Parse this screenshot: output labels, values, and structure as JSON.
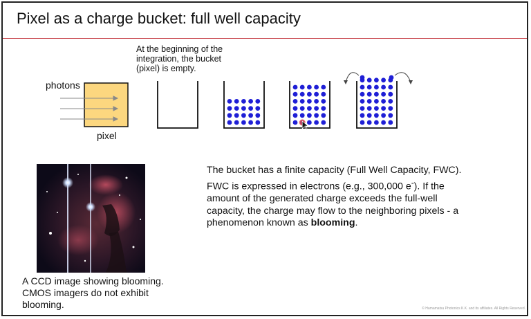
{
  "slide": {
    "title": "Pixel as a charge bucket: full well capacity",
    "caption_top": "At the beginning of the integration, the bucket (pixel) is empty.",
    "photons_label": "photons",
    "pixel_label": "pixel",
    "main_text_part1": "The bucket has a finite capacity (Full Well Capacity, FWC). FWC is expressed in electrons (e.g., 300,000 e",
    "main_text_sup": "-",
    "main_text_part2": "). If the amount of the generated charge exceeds the full-well capacity, the charge may flow to the neighboring pixels - a phenomenon known as ",
    "main_text_bold": "blooming",
    "main_text_end": ".",
    "caption_bottom": "A CCD image showing blooming. CMOS imagers do not exhibit blooming.",
    "copyright": "© Hamamatsu Photonics K.K. and its affiliates. All Rights Reserved."
  },
  "colors": {
    "pixel_fill": "#fcd77f",
    "charge_dot": "#1f1fd6",
    "title_rule": "#c9474d",
    "cursor_highlight": "#e24a4a"
  },
  "buckets": [
    {
      "rows": 0,
      "cols": 0
    },
    {
      "rows": 0,
      "cols": 0
    },
    {
      "rows": 4,
      "cols": 5
    },
    {
      "rows": 6,
      "cols": 5
    },
    {
      "rows": 7,
      "cols": 5,
      "overflow": true
    }
  ],
  "icons": {
    "cursor": "cursor-icon"
  }
}
